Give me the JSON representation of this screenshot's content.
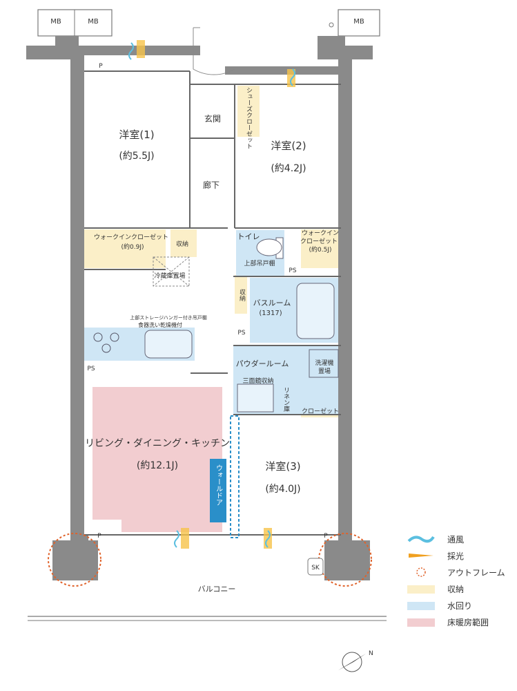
{
  "mb_labels": [
    "MB",
    "MB",
    "MB"
  ],
  "rooms": {
    "western1": {
      "name": "洋室(1)",
      "size": "(約5.5J)"
    },
    "western2": {
      "name": "洋室(2)",
      "size": "(約4.2J)"
    },
    "western3": {
      "name": "洋室(3)",
      "size": "(約4.0J)"
    },
    "ldk": {
      "name": "リビング・ダイニング・キッチン",
      "size": "(約12.1J)"
    },
    "genkan": "玄関",
    "rouka": "廊下",
    "shoes_closet": "シューズクローゼット",
    "wic1": {
      "name": "ウォークインクローゼット",
      "size": "(約0.9J)"
    },
    "wic2": {
      "line1": "ウォークイン",
      "line2": "クローゼット",
      "size": "(約0.5J)"
    },
    "shuno1": "収納",
    "shuno2": "収納",
    "toilet": "トイレ",
    "upper_cabinet": "上部吊戸棚",
    "ps_labels": [
      "PS",
      "PS",
      "PS"
    ],
    "fridge": "冷蔵庫置場",
    "kitchen_note1": "上部ストレージハンガー付き吊戸棚",
    "kitchen_note2": "食器洗い乾燥機付",
    "bathroom": {
      "name": "バスルーム",
      "size": "(1317)"
    },
    "powder": "パウダールーム",
    "washer": {
      "line1": "洗濯機",
      "line2": "置場"
    },
    "mirror": "三面鏡収納",
    "linen": "リネン庫",
    "closet": "クローゼット",
    "wall_door": "ウォールドア",
    "balcony": "バルコニー",
    "sk": "SK",
    "p_marks": [
      "P",
      "P",
      "P"
    ]
  },
  "legend": [
    {
      "label": "通風",
      "icon": "wave-icon",
      "color": "#5bbfe0"
    },
    {
      "label": "採光",
      "icon": "light-icon",
      "color": "#f0a020"
    },
    {
      "label": "アウトフレーム",
      "icon": "dotted-circle-icon",
      "color": "#e0622a"
    },
    {
      "label": "収納",
      "icon": "swatch-icon",
      "color": "#fbefc8"
    },
    {
      "label": "水回り",
      "icon": "swatch-icon",
      "color": "#cfe6f5"
    },
    {
      "label": "床暖房範囲",
      "icon": "swatch-icon",
      "color": "#f2cdd0"
    }
  ],
  "compass": "N",
  "colors": {
    "wall": "#8a8a8a",
    "storage": "#fbefc8",
    "water": "#cfe6f5",
    "floor_heat": "#f2cdd0",
    "outframe": "#e0622a",
    "wall_door": "#2a8fc9"
  }
}
